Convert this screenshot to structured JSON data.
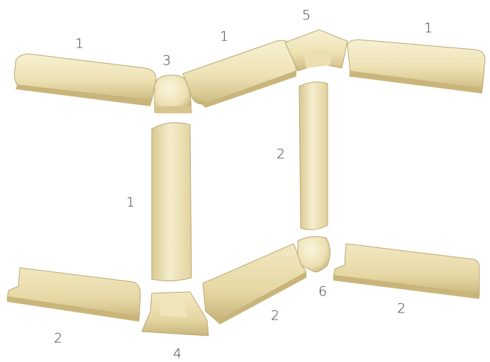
{
  "diagram": {
    "colors": {
      "tile_light": "#f4ecc9",
      "tile_mid": "#e9dcaa",
      "tile_dark": "#cdbb84",
      "tile_shadow": "#b7a56d",
      "edge": "#a8955c"
    },
    "labels": {
      "piece_top_left": "1",
      "piece_top_mid": "1",
      "piece_top_right": "1",
      "corner_3": "3",
      "corner_5": "5",
      "vertical_left": "1",
      "vertical_right": "2",
      "base_left": "2",
      "base_mid": "2",
      "base_right": "2",
      "corner_4": "4",
      "corner_6": "6"
    }
  }
}
